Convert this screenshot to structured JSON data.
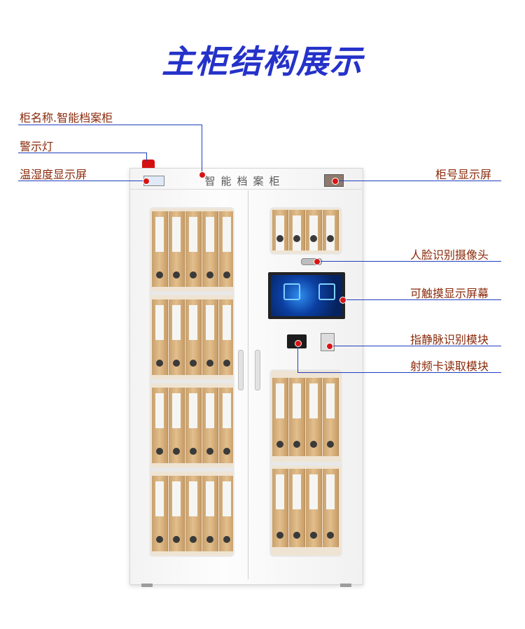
{
  "title": "主柜结构展示",
  "callouts": {
    "cabinet_name": "柜名称.智能档案柜",
    "warning_light": "警示灯",
    "temp_humidity": "温湿度显示屏",
    "cabinet_number": "柜号显示屏",
    "face_camera": "人脸识别摄像头",
    "touch_screen": "可触摸显示屏幕",
    "finger_vein": "指静脉识别模块",
    "rfid": "射频卡读取模块"
  },
  "cabinet": {
    "nameplate": "智能档案柜"
  },
  "colors": {
    "title": "#2532c9",
    "callout_text": "#8a2a0a",
    "leader_line": "#1f3fbf",
    "marker_dot": "#d81414"
  }
}
